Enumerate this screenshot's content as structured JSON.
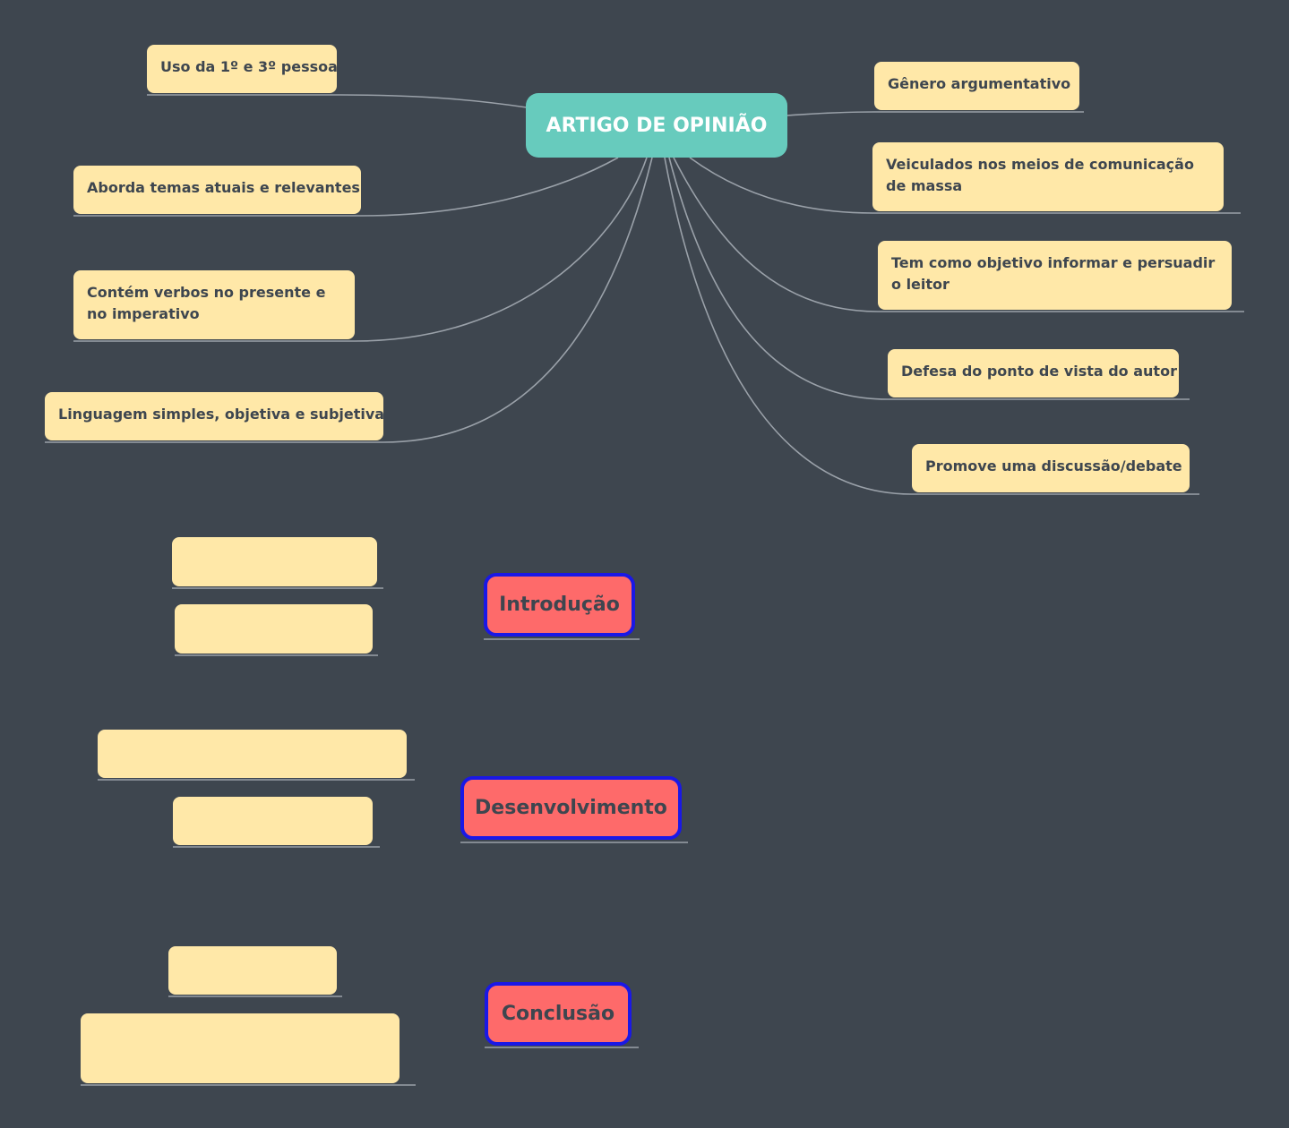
{
  "central_topic": "ARTIGO DE OPINIÃO",
  "left_topics": [
    "Uso da 1º e 3º pessoa",
    "Aborda temas atuais e relevantes",
    "Contém verbos no presente e no imperativo",
    "Linguagem simples, objetiva e subjetiva"
  ],
  "right_topics": [
    "Gênero argumentativo",
    "Veiculados nos meios de comunicação de massa",
    "Tem como objetivo informar e persuadir o leitor",
    "Defesa do ponto de vista do autor",
    "Promove uma discussão/debate"
  ],
  "sections": [
    {
      "label": "Introdução"
    },
    {
      "label": "Desenvolvimento"
    },
    {
      "label": "Conclusão"
    }
  ],
  "colors": {
    "background": "#3e464f",
    "central": "#67cbbd",
    "topic": "#ffe8a8",
    "section": "#fe6a6a",
    "section_border": "#1a18e6",
    "connector": "#9aa1a9"
  }
}
